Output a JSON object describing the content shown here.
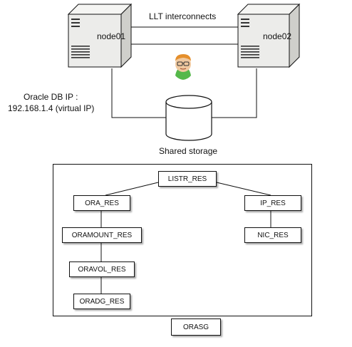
{
  "servers": {
    "node1": "node01",
    "node2": "node02"
  },
  "interconnect_label": "LLT interconnects",
  "virtual_ip": {
    "line1": "Oracle DB IP :",
    "line2": "192.168.1.4 (virtual IP)"
  },
  "storage_label": "Shared storage",
  "resources": {
    "listr": "LISTR_RES",
    "ora": "ORA_RES",
    "ip": "IP_RES",
    "oramount": "ORAMOUNT_RES",
    "nic": "NIC_RES",
    "oravol": "ORAVOL_RES",
    "oradg": "ORADG_RES"
  },
  "group_label": "ORASG",
  "colors": {
    "server_body": "#ececea",
    "server_side": "#cfcfcb",
    "line": "#111111"
  },
  "icons": [
    "server-icon",
    "disk-icon",
    "person-avatar-icon"
  ]
}
